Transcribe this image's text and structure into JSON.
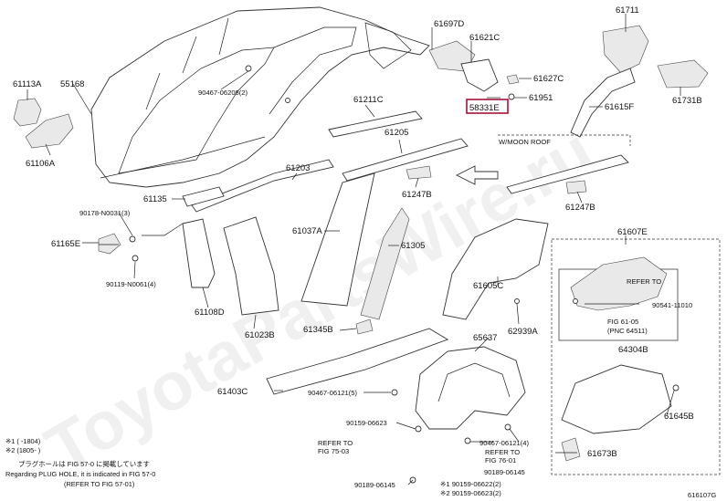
{
  "callouts": {
    "p61697d": "61697D",
    "p61621c": "61621C",
    "p61711": "61711",
    "p61113a": "61113A",
    "p55168": "55168",
    "p90467_06208": "90467-06208(2)",
    "p61627c": "61627C",
    "p61211c": "61211C",
    "p58331e": "58331E",
    "p61951": "61951",
    "p61615f": "61615F",
    "p61731b": "61731B",
    "p61106a": "61106A",
    "p61205": "61205",
    "p_moonroof": "W/MOON ROOF",
    "p61203": "61203",
    "p61135": "61135",
    "p61247b_1": "61247B",
    "p61247b_2": "61247B",
    "p90178": "90178-N0031(3)",
    "p61037a": "61037A",
    "p61305": "61305",
    "p61607e": "61607E",
    "p61165e": "61165E",
    "p90119": "90119-N0061(4)",
    "p61605c": "61605C",
    "p90541": "90541-11010",
    "p61108d": "61108D",
    "p61023b": "61023B",
    "p61345b": "61345B",
    "p62939a": "62939A",
    "p64304b": "64304B",
    "p65637": "65637",
    "p61403c": "61403C",
    "p90467_06121_5": "90467-06121(5)",
    "p61645b": "61645B",
    "p90159_06623": "90159-06623",
    "p90467_06121_4": "90467-06121(4)",
    "p90189_06145": "90189-06145",
    "p90189_06145_b": "90189-06145",
    "p90159_06622": "※1 90159-06622(2)",
    "p90159_06623_2": "※2 90159-06623(2)",
    "p61673b": "61673B"
  },
  "refs": {
    "fig61_05_a": "REFER TO",
    "fig61_05_b": "FIG 61-05",
    "fig61_05_c": "(PNC 64511)",
    "fig75_a": "REFER TO",
    "fig75_b": "FIG 75-03",
    "fig76_a": "REFER TO",
    "fig76_b": "FIG 76-01"
  },
  "notes": {
    "line1": "※1 (      -1804)",
    "line2": "※2 (1805-      )",
    "line3": "プラグホールは FIG 57-0 に掲載しています",
    "line4": "Regarding PLUG HOLE, it is indicated in FIG 57-0",
    "line5": "(REFER TO FIG 57-01)"
  },
  "watermark": "ToyotaPartsWire.ru",
  "figure_id": "616107G",
  "colors": {
    "highlight": "#a3123a",
    "line": "#222222"
  }
}
